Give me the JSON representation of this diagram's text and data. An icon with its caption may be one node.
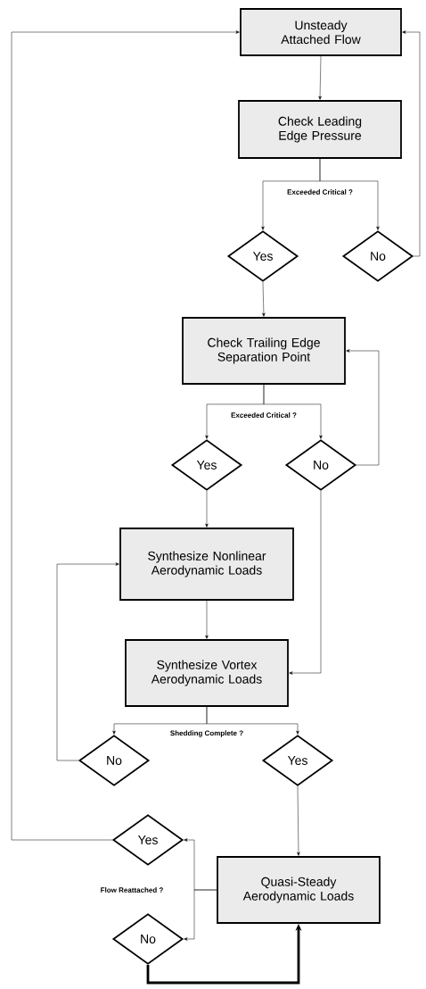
{
  "diagram": {
    "nodes": [
      {
        "text": [
          "Unsteady Attached Flow"
        ]
      },
      {
        "text": [
          "Check Leading Edge Pressure"
        ]
      },
      {
        "text": [
          "Yes"
        ]
      },
      {
        "text": [
          "No"
        ]
      },
      {
        "text": [
          "Check Trailing Edge Separation Point"
        ]
      },
      {
        "text": [
          "Yes"
        ]
      },
      {
        "text": [
          "No"
        ]
      },
      {
        "text": [
          "Synthesize Nonlinear Aerodynamic Loads"
        ]
      },
      {
        "text": [
          "Synthesize Vortex Aerodynamic Loads"
        ]
      },
      {
        "text": [
          "No"
        ]
      },
      {
        "text": [
          "Yes"
        ]
      },
      {
        "text": [
          "Yes"
        ]
      },
      {
        "text": [
          "Quasi-Steady Aerodynamic Loads"
        ]
      },
      {
        "text": [
          "No"
        ]
      }
    ],
    "edges": [
      {
        "from": 0,
        "to": 1,
        "arrow": "to"
      },
      {
        "from": 1,
        "to": 2,
        "arrow": "to",
        "label": "Exceeded Critical ?"
      },
      {
        "from": 1,
        "to": 3,
        "arrow": "to"
      },
      {
        "from": 3,
        "to": 0,
        "arrow": "to"
      },
      {
        "from": 2,
        "to": 4,
        "arrow": "to"
      },
      {
        "from": 4,
        "to": 5,
        "arrow": "to",
        "label": "Exceeded Critical ?"
      },
      {
        "from": 4,
        "to": 6,
        "arrow": "to"
      },
      {
        "from": 6,
        "to": 4,
        "arrow": "to"
      },
      {
        "from": 5,
        "to": 7,
        "arrow": "to"
      },
      {
        "from": 6,
        "to": 8,
        "arrow": "to"
      },
      {
        "from": 7,
        "to": 8,
        "arrow": "to"
      },
      {
        "from": 8,
        "to": 9,
        "arrow": "to",
        "label": "Shedding Complete ?"
      },
      {
        "from": 8,
        "to": 10,
        "arrow": "to"
      },
      {
        "from": 9,
        "to": 7,
        "arrow": "to"
      },
      {
        "from": 10,
        "to": 12,
        "arrow": "to"
      },
      {
        "from": 12,
        "to": 11,
        "arrow": "to",
        "label": "Flow Reattached ?"
      },
      {
        "from": 12,
        "to": 13,
        "arrow": "to"
      },
      {
        "from": 11,
        "to": 0,
        "arrow": "to"
      },
      {
        "from": 13,
        "to": 12,
        "arrow": "to",
        "style": "thick"
      }
    ]
  }
}
